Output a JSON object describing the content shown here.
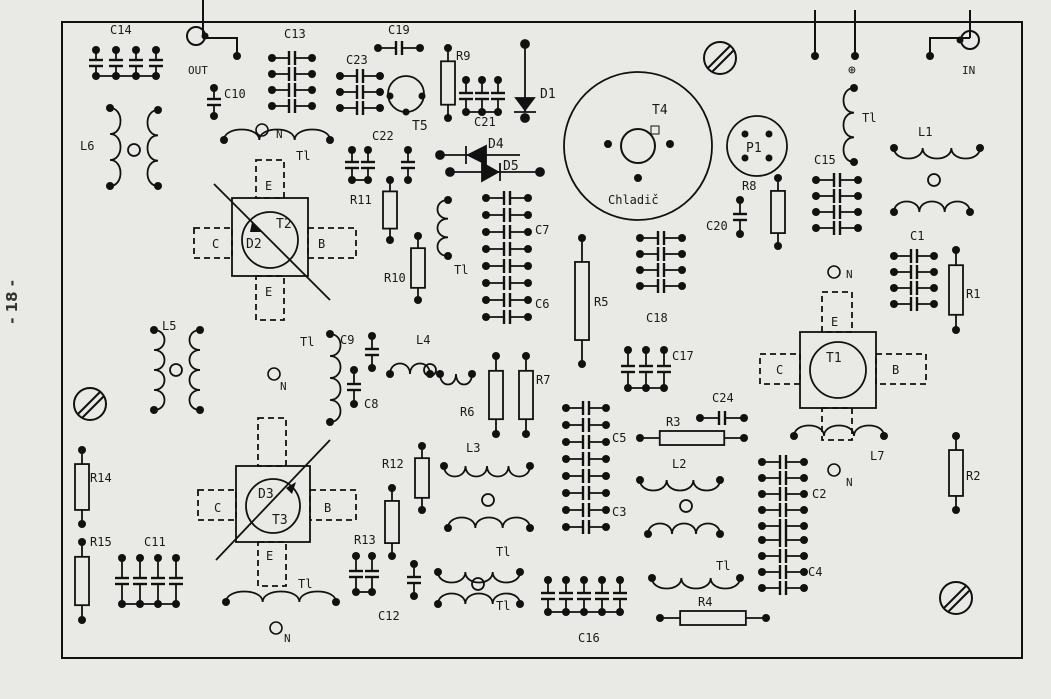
{
  "page_number": "- 18 -",
  "labels": {
    "out": "OUT",
    "in": "IN",
    "plus": "⊕",
    "cooler": "Chladič",
    "c1": "C1",
    "c2": "C2",
    "c3": "C3",
    "c4": "C4",
    "c5": "C5",
    "c6": "C6",
    "c7": "C7",
    "c8": "C8",
    "c9": "C9",
    "c10": "C10",
    "c11": "C11",
    "c12": "C12",
    "c13": "C13",
    "c14": "C14",
    "c15": "C15",
    "c16": "C16",
    "c17": "C17",
    "c18": "C18",
    "c19": "C19",
    "c20": "C20",
    "c21": "C21",
    "c22": "C22",
    "c23": "C23",
    "c24": "C24",
    "r1": "R1",
    "r2": "R2",
    "r3": "R3",
    "r4": "R4",
    "r5": "R5",
    "r6": "R6",
    "r7": "R7",
    "r8": "R8",
    "r9": "R9",
    "r10": "R10",
    "r11": "R11",
    "r12": "R12",
    "r13": "R13",
    "r14": "R14",
    "r15": "R15",
    "l1": "L1",
    "l2": "L2",
    "l3": "L3",
    "l4": "L4",
    "l5": "L5",
    "l6": "L6",
    "l7": "L7",
    "t1": "T1",
    "t2": "T2",
    "t3": "T3",
    "t4": "T4",
    "t5": "T5",
    "d1": "D1",
    "d2": "D2",
    "d3": "D3",
    "d4": "D4",
    "d5": "D5",
    "p1": "P1",
    "tl": "Tl",
    "n": "N",
    "e": "E",
    "b": "B",
    "c": "C"
  }
}
